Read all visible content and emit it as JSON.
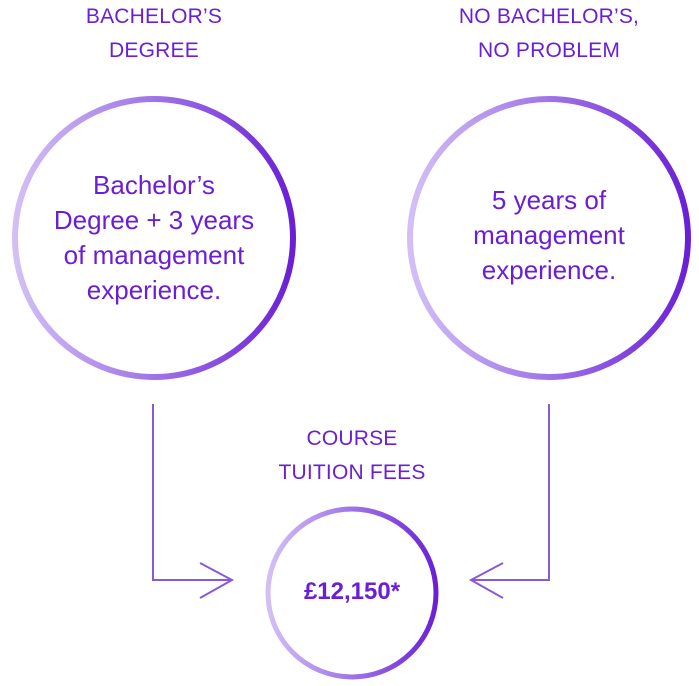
{
  "left_option": {
    "heading_lines": [
      "BACHELOR’S",
      "DEGREE"
    ],
    "requirement_lines": [
      "Bachelor’s",
      "Degree + 3 years",
      "of management",
      "experience."
    ]
  },
  "right_option": {
    "heading_lines": [
      "NO BACHELOR’S,",
      "NO PROBLEM"
    ],
    "requirement_lines": [
      "5 years of",
      "management",
      "experience."
    ]
  },
  "fees": {
    "heading_lines": [
      "COURSE",
      "TUITION FEES"
    ],
    "value": "£12,150*"
  },
  "colors": {
    "text": "#6a1fd6",
    "ring_dark": "#6a1fd6",
    "ring_light": "#cbb6f3",
    "arrow": "#8a5ad6"
  }
}
